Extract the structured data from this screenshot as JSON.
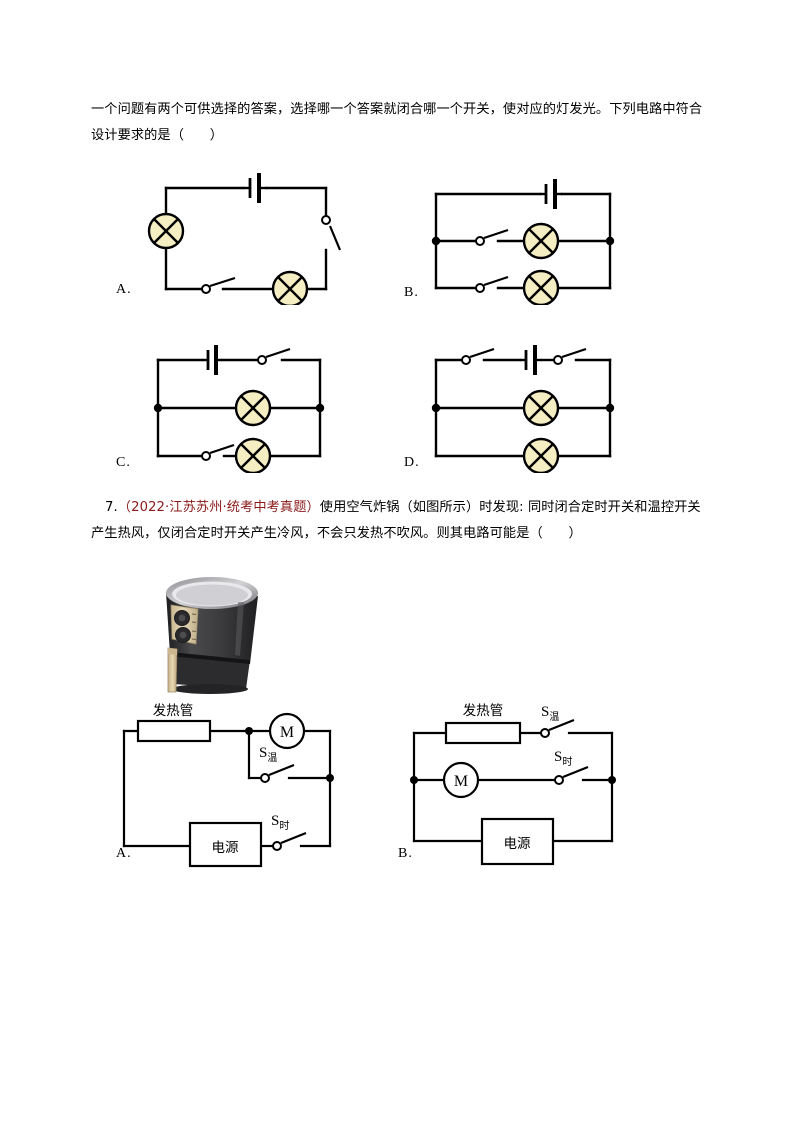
{
  "questions": [
    {
      "id": "q6",
      "stem": "一个问题有两个可供选择的答案，选择哪一个答案就闭合哪一个开关，使对应的灯发光。下列电路中符合设计要求的是（      ）",
      "options": [
        {
          "letter": "A.",
          "type": "series-loop-two-lamps-two-switches"
        },
        {
          "letter": "B.",
          "type": "parallel-two-branches-switch-then-lamp"
        },
        {
          "letter": "C.",
          "type": "parallel-lamp-branch-and-switch-lamp-branch-with-main-switch"
        },
        {
          "letter": "D.",
          "type": "parallel-two-lamps-with-two-switches-on-battery-line"
        }
      ]
    },
    {
      "id": "q7",
      "number": "7.",
      "source": "（2022·江苏苏州·统考中考真题）",
      "stem_part1": "使用空气炸锅（如图所示）时发现: 同时闭合定时开关和温",
      "stem_part2": "控开关产生热风，仅闭合定时开关产生冷风，不会只发热不吹风。则其电路可能是（      ）",
      "figure": {
        "name": "air-fryer",
        "body_color": "#3a3a3c",
        "panel_color": "#d8c9a8",
        "handle_color": "#e0cfa8",
        "knob_color": "#2e2e30"
      },
      "options": [
        {
          "letter": "A.",
          "labels": {
            "heater": "发热管",
            "motor": "M",
            "switch_temp": "S",
            "switch_temp_sub": "温",
            "switch_timer": "S",
            "switch_timer_sub": "时",
            "power": "电源"
          }
        },
        {
          "letter": "B.",
          "labels": {
            "heater": "发热管",
            "motor": "M",
            "switch_temp": "S",
            "switch_temp_sub": "温",
            "switch_timer": "S",
            "switch_timer_sub": "时",
            "power": "电源"
          }
        }
      ]
    }
  ],
  "colors": {
    "lamp_fill": "#f5eec2",
    "wire": "#000000",
    "source_text": "#8b1a1a"
  }
}
